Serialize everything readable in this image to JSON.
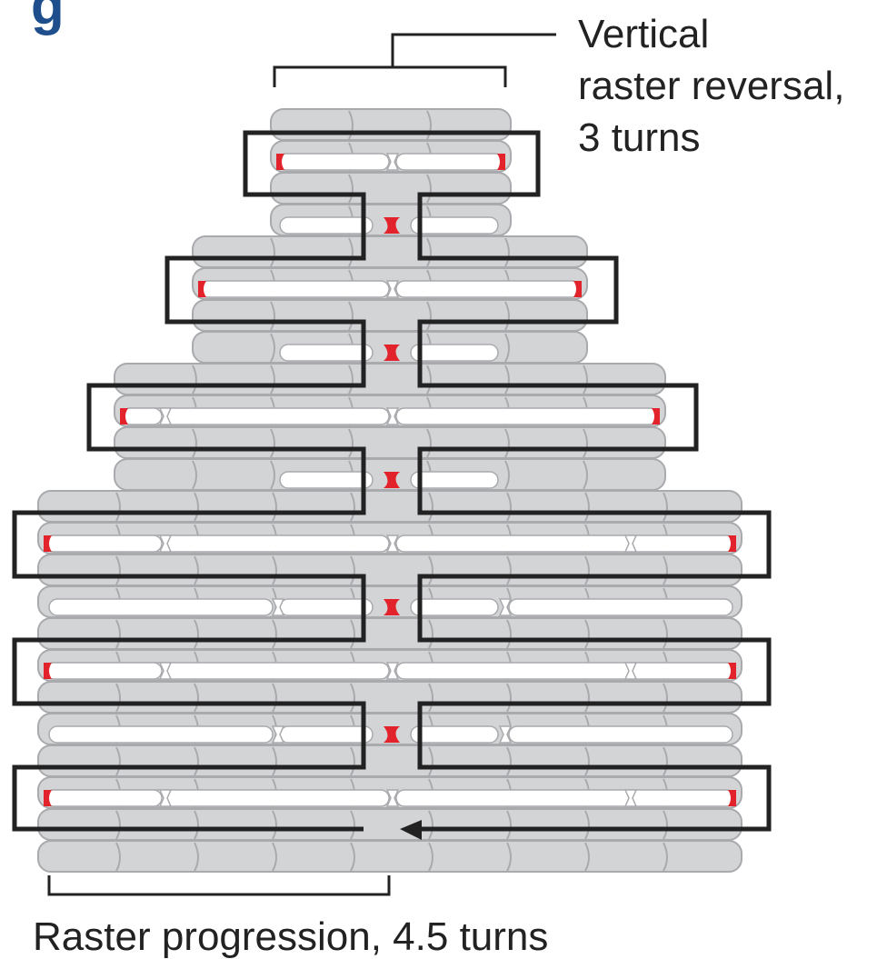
{
  "title_fragment": "g",
  "labels": {
    "vertical": {
      "line1": "Vertical",
      "line2": "raster reversal,",
      "line3": "3 turns"
    },
    "progression": "Raster progression, 4.5 turns"
  },
  "colors": {
    "tube_fill": "#d3d4d6",
    "tube_stroke": "#a9aaad",
    "path": "#222222",
    "crossover": "#e3232b",
    "title": "#1f4e8c"
  }
}
